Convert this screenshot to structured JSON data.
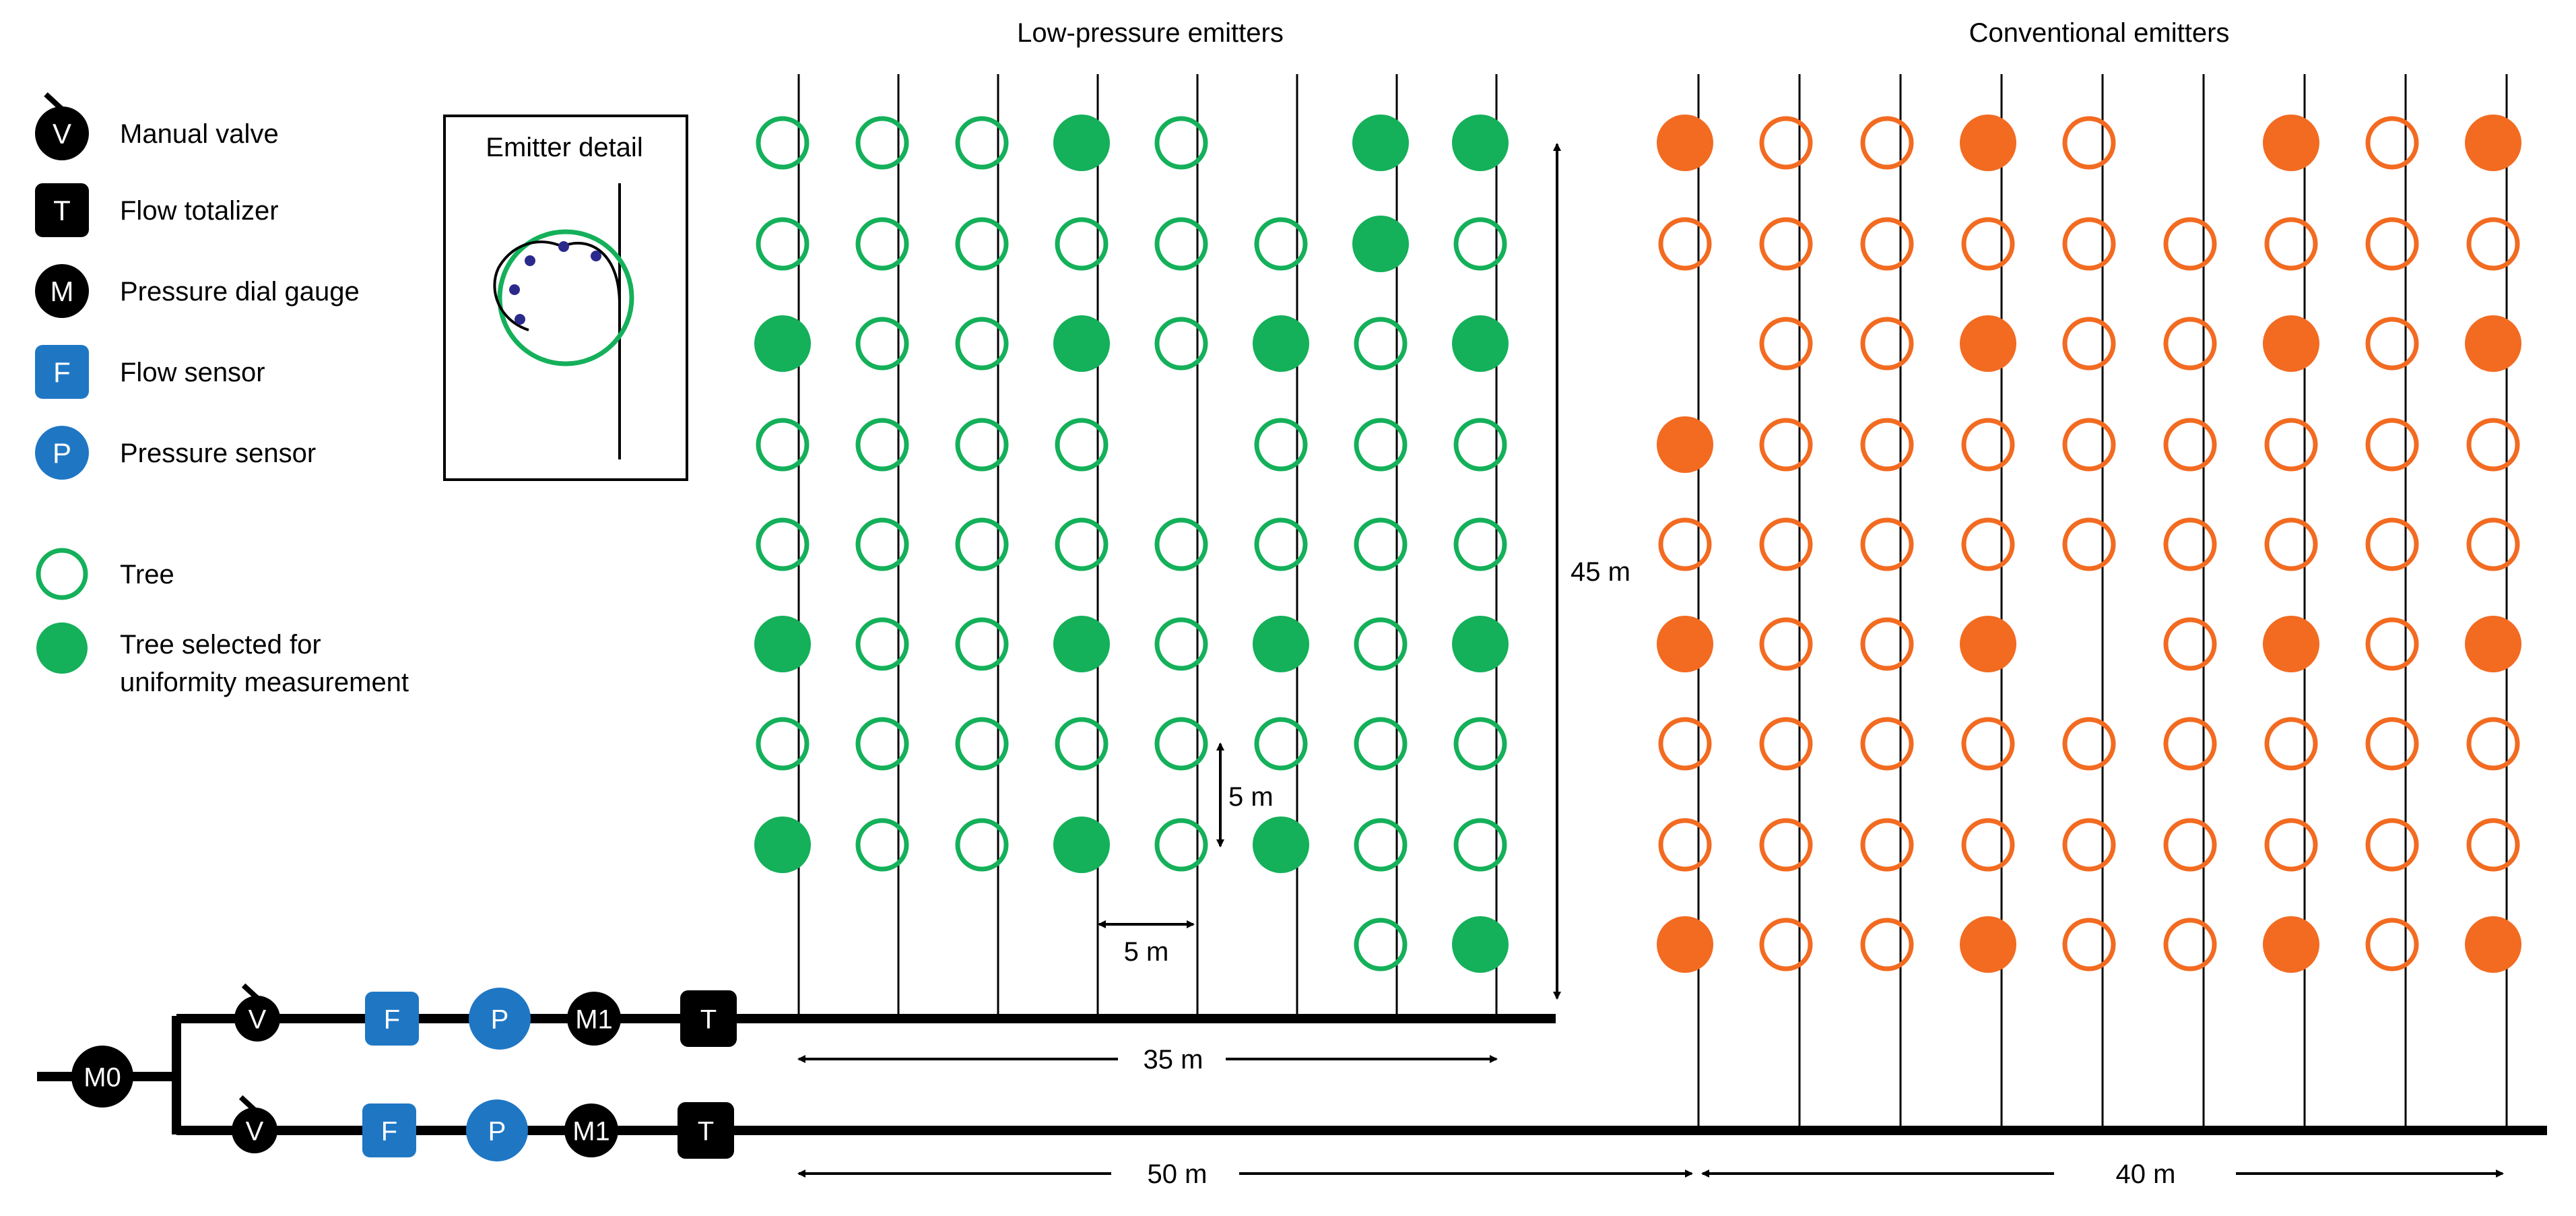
{
  "titles": {
    "low_pressure": "Low-pressure emitters",
    "conventional": "Conventional emitters"
  },
  "legend": [
    {
      "symbol": "V",
      "label": "Manual valve",
      "shape": "valve",
      "color": "#000000"
    },
    {
      "symbol": "T",
      "label": "Flow totalizer",
      "shape": "square",
      "color": "#000000"
    },
    {
      "symbol": "M",
      "label": "Pressure dial gauge",
      "shape": "circle",
      "color": "#000000"
    },
    {
      "symbol": "F",
      "label": "Flow sensor",
      "shape": "square",
      "color": "#1f77c4"
    },
    {
      "symbol": "P",
      "label": "Pressure sensor",
      "shape": "circle",
      "color": "#1f77c4"
    }
  ],
  "tree_legend": {
    "tree": "Tree",
    "selected_line1": "Tree selected for",
    "selected_line2": "uniformity measurement"
  },
  "emitter_detail": {
    "title": "Emitter detail"
  },
  "dimensions": {
    "height_45": "45 m",
    "row_5": "5 m",
    "col_5": "5 m",
    "width_35": "35 m",
    "width_50": "50 m",
    "width_40": "40 m"
  },
  "manifold": {
    "main_gauge": "M0",
    "upper": [
      "V",
      "F",
      "P",
      "M1",
      "T"
    ],
    "lower": [
      "V",
      "F",
      "P",
      "M1",
      "T"
    ]
  },
  "colors": {
    "green": "#14b05a",
    "orange": "#f26b21",
    "blue": "#1f77c4",
    "navy": "#2a2a8c"
  },
  "grids": {
    "low_pressure": {
      "legend_note": "o = tree, X = selected, . = no tree",
      "rows": [
        "oooXo.XX",
        "ooooooXo",
        "XooXoXoX",
        "oooo.ooo",
        "oooooooo",
        "XooXoXoX",
        "oooooooo",
        "XooXoXoo",
        "......oX"
      ]
    },
    "conventional": {
      "rows": [
        "XooXo.XoX",
        "ooooooooo",
        ".ooXooXoX",
        "Xoooooooo",
        "ooooooooo",
        "XooX.oXoX",
        "ooooooooo",
        "ooooooooo",
        "XooXooXoX"
      ]
    }
  }
}
